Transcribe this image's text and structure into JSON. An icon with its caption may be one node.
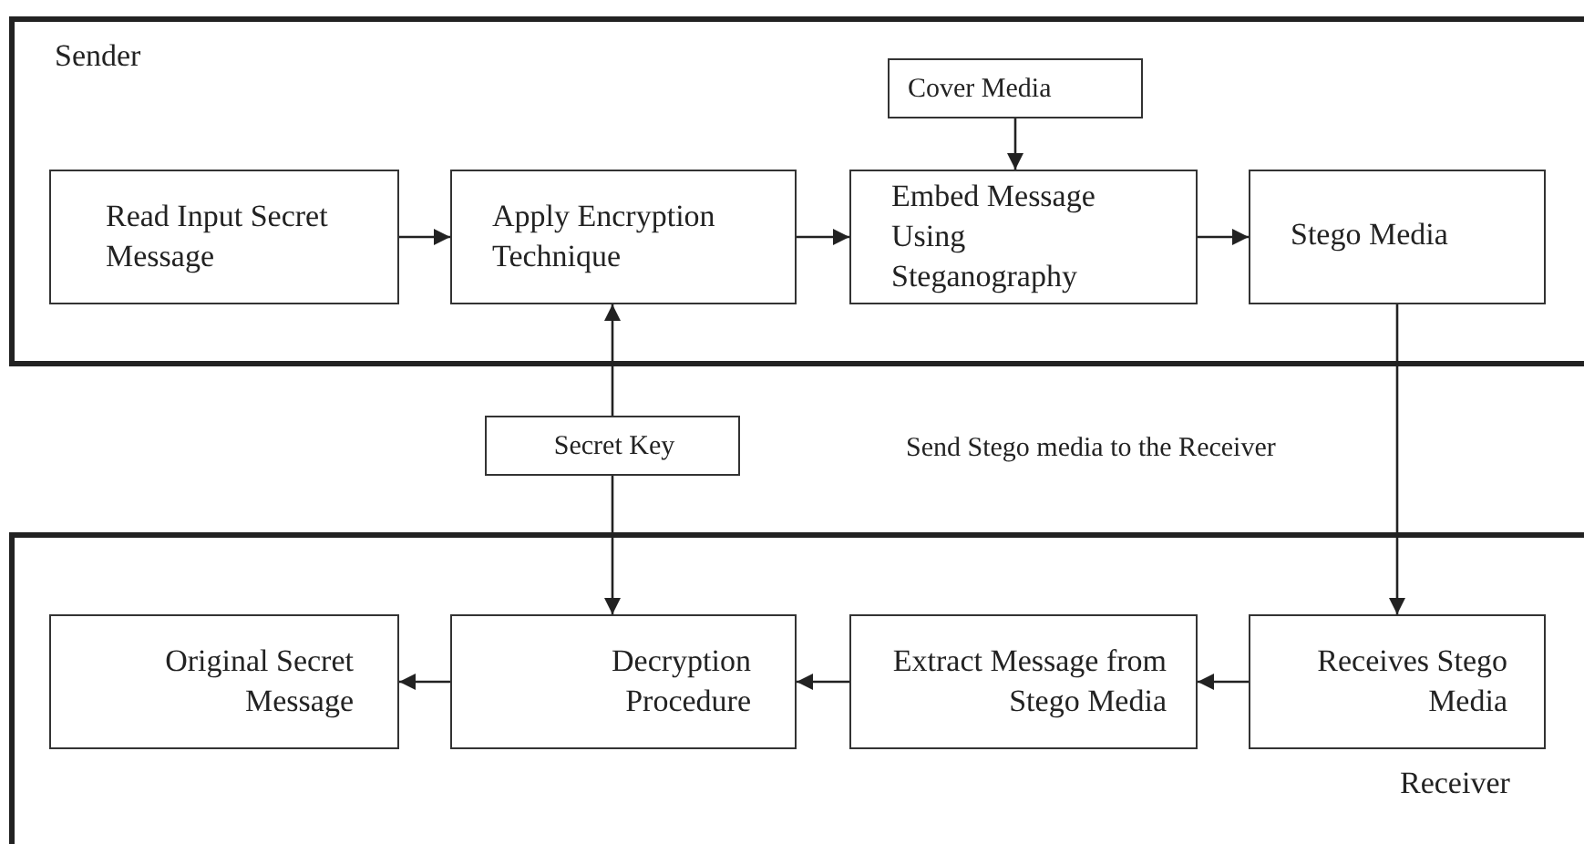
{
  "diagram": {
    "nodes": [
      {
        "text": [
          "Sender"
        ]
      },
      {
        "text": [
          "Read Input Secret Message"
        ],
        "in": 0
      },
      {
        "text": [
          "Apply Encryption Technique"
        ],
        "in": 0
      },
      {
        "text": [
          "Cover Media"
        ],
        "in": 0
      },
      {
        "text": [
          "Embed Message Using Steganography"
        ],
        "in": 0
      },
      {
        "text": [
          "Stego Media"
        ],
        "in": 0
      },
      {
        "text": [
          "Secret Key"
        ]
      },
      {
        "text": [
          "Receiver"
        ]
      },
      {
        "text": [
          "Original Secret Message"
        ],
        "in": 7
      },
      {
        "text": [
          "Decryption Procedure"
        ],
        "in": 7
      },
      {
        "text": [
          "Extract Message from Stego Media"
        ],
        "in": 7
      },
      {
        "text": [
          "Receives Stego Media"
        ],
        "in": 7
      }
    ],
    "edges": [
      {
        "from": 1,
        "to": 2,
        "arrow": "to"
      },
      {
        "from": 2,
        "to": 4,
        "arrow": "to"
      },
      {
        "from": 3,
        "to": 4,
        "arrow": "to"
      },
      {
        "from": 4,
        "to": 5,
        "arrow": "to"
      },
      {
        "from": 6,
        "to": 2,
        "arrow": "to"
      },
      {
        "from": 6,
        "to": 9,
        "arrow": "to"
      },
      {
        "from": 5,
        "to": 11,
        "arrow": "to",
        "label": "Send Stego media to the Receiver"
      },
      {
        "from": 11,
        "to": 10,
        "arrow": "to"
      },
      {
        "from": 10,
        "to": 9,
        "arrow": "to"
      },
      {
        "from": 9,
        "to": 8,
        "arrow": "to"
      }
    ]
  }
}
